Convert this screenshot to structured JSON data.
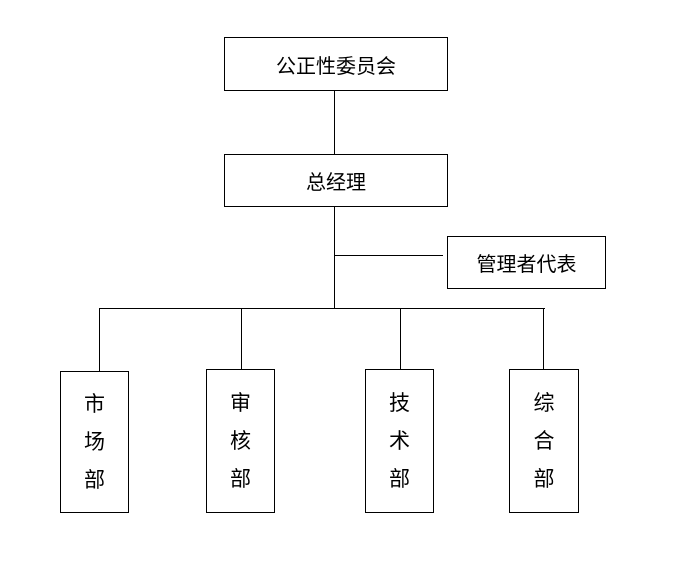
{
  "diagram": {
    "top": {
      "label": "公正性委员会"
    },
    "manager": {
      "label": "总经理"
    },
    "representative": {
      "label": "管理者代表"
    },
    "departments": [
      {
        "chars": [
          "市",
          "场",
          "部"
        ]
      },
      {
        "chars": [
          "审",
          "核",
          "部"
        ]
      },
      {
        "chars": [
          "技",
          "术",
          "部"
        ]
      },
      {
        "chars": [
          "综",
          "合",
          "部"
        ]
      }
    ]
  }
}
